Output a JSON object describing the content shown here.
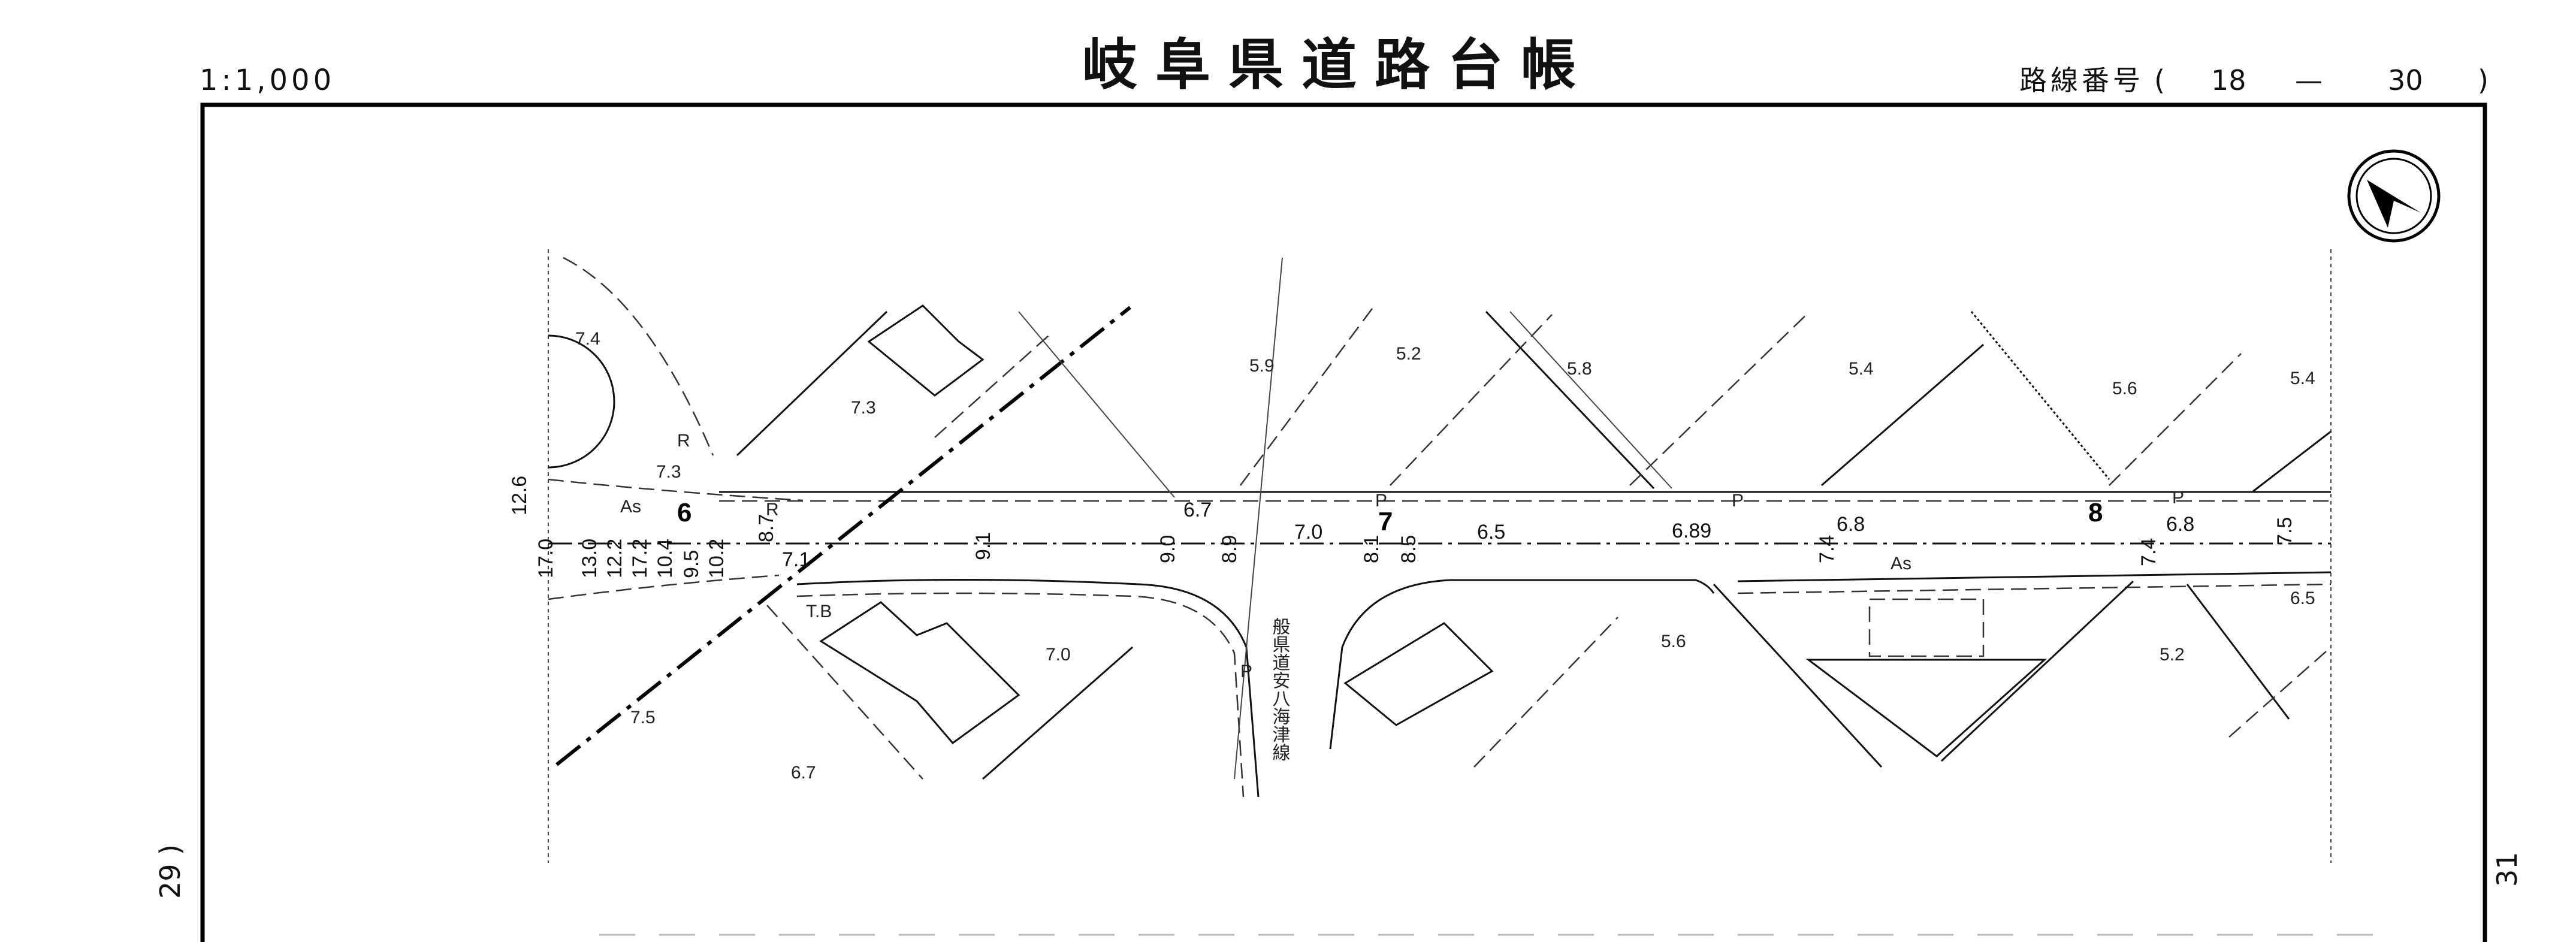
{
  "header": {
    "scale": "1:1,000",
    "title": "岐阜県道路台帳",
    "route_label": "路線番号",
    "route_open": "(",
    "route_major": "18",
    "route_dash": "—",
    "route_minor": "30",
    "route_close": ")"
  },
  "side": {
    "left_page": "29 )",
    "right_page": "31"
  },
  "map": {
    "road_name": "般県道安八海津線",
    "stations": [
      "6",
      "7",
      "8"
    ],
    "surface_labels": [
      "As",
      "As"
    ],
    "facility_labels": [
      "T.B",
      "R",
      "R",
      "P",
      "P",
      "P",
      "P"
    ],
    "elevations": [
      "7.4",
      "7.3",
      "7.3",
      "5.9",
      "5.2",
      "5.8",
      "5.4",
      "5.6",
      "5.4",
      "7.0",
      "5.6",
      "5.2",
      "6.5",
      "7.5",
      "6.7",
      "6.7",
      "7.0",
      "6.5",
      "6.89",
      "6.8",
      "6.8",
      "7.1"
    ],
    "widths": [
      "12.6",
      "17.0",
      "13.0",
      "12.2",
      "17.2",
      "10.4",
      "9.5",
      "10.2",
      "8.7",
      "9.1",
      "9.0",
      "8.9",
      "8.1",
      "8.5",
      "7.4",
      "7.4",
      "7.5"
    ]
  }
}
